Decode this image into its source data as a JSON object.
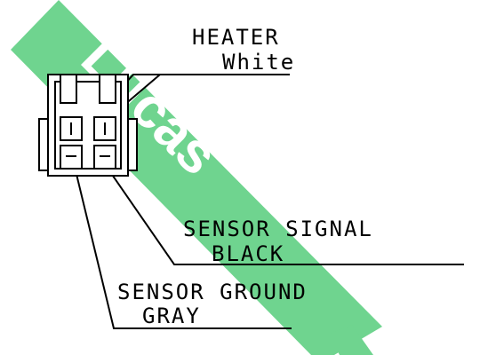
{
  "diagram": {
    "type": "connector-pinout",
    "watermark": {
      "text": "Lucas",
      "color": "#6fd48f",
      "description": "diagonal green brand watermark band"
    },
    "connector": {
      "pin_count": 4,
      "fill": "#ffffff",
      "stroke": "#000000"
    },
    "labels": {
      "heater": {
        "title": "HEATER",
        "color": "White"
      },
      "sensor_signal": {
        "title": "SENSOR SIGNAL",
        "color": "BLACK"
      },
      "sensor_ground": {
        "title": "SENSOR GROUND",
        "color": "GRAY"
      }
    }
  }
}
